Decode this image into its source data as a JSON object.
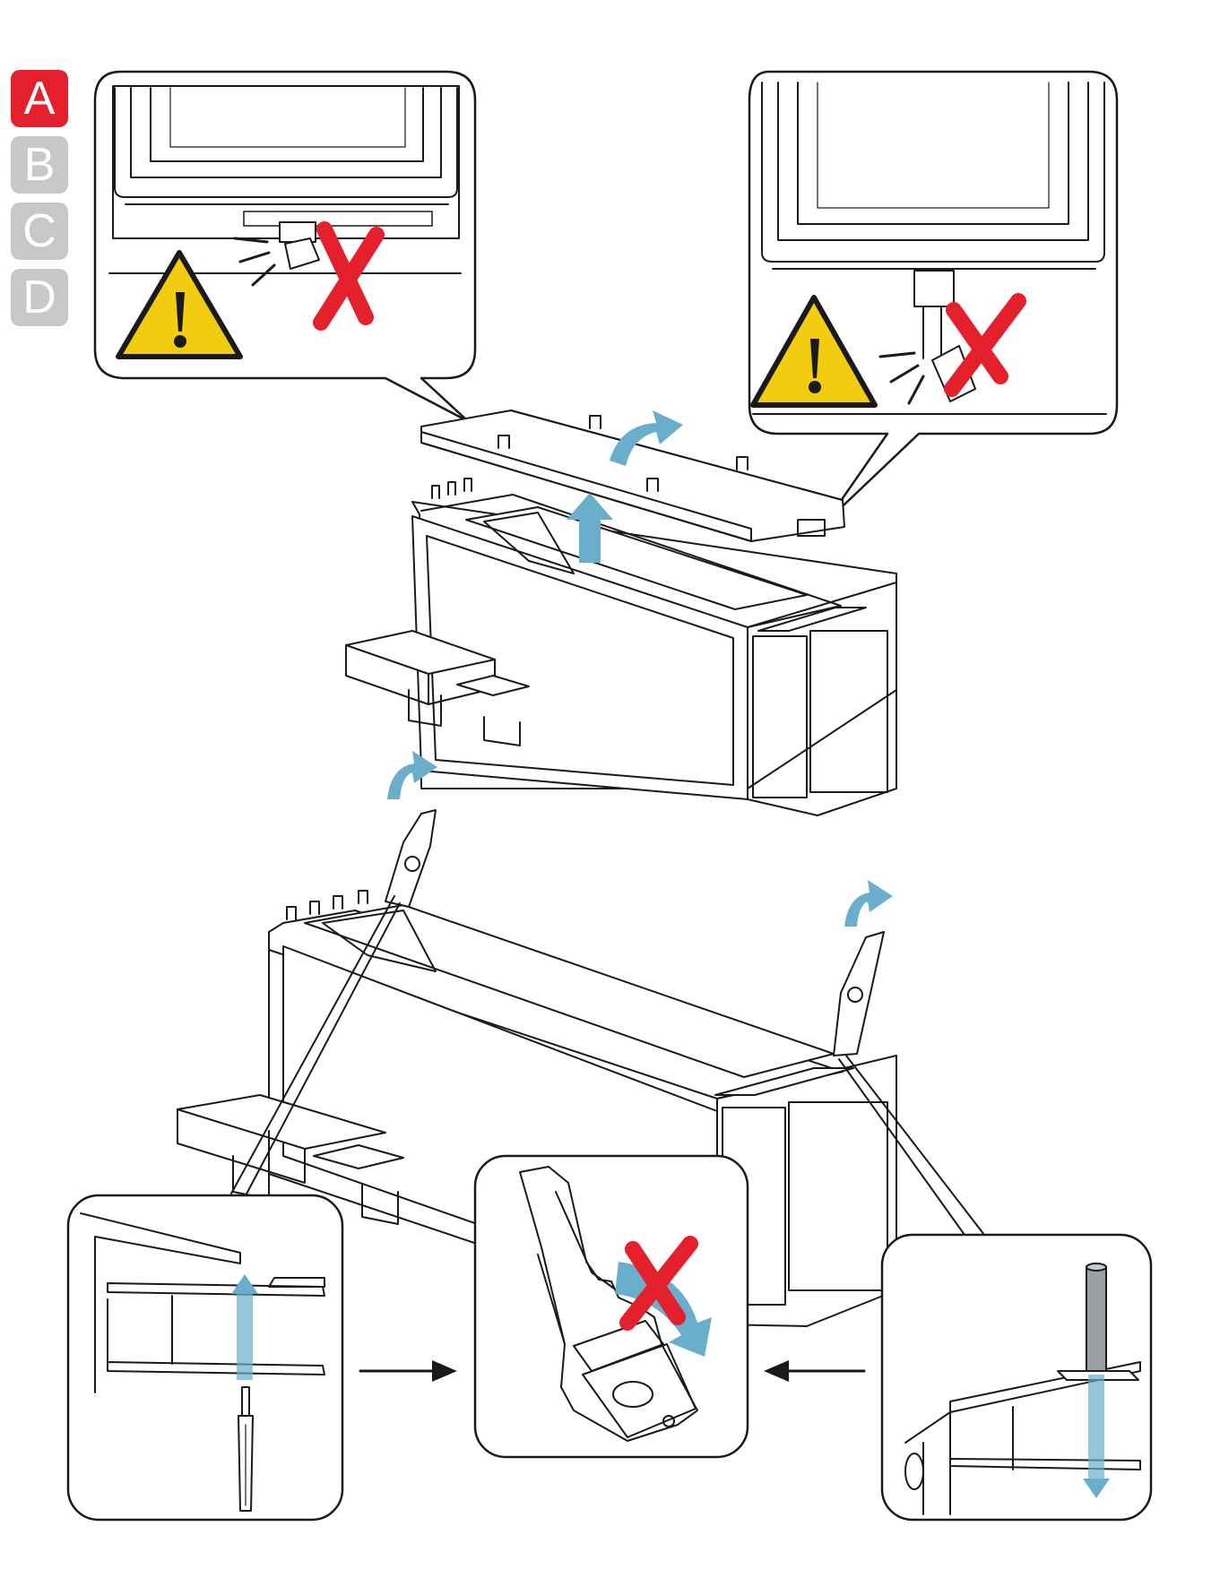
{
  "step_tabs": [
    {
      "label": "A",
      "active": true
    },
    {
      "label": "B",
      "active": false
    },
    {
      "label": "C",
      "active": false
    },
    {
      "label": "D",
      "active": false
    }
  ],
  "colors": {
    "active_tab": "#e3202c",
    "inactive_tab": "#c8c8c8",
    "warning": "#f2cc0f",
    "cross": "#e3202c",
    "motion_arrow": "#6aaecb",
    "line": "#1a1a1a"
  },
  "icons": [
    "warning-triangle-icon",
    "red-cross-icon",
    "motion-arrow-icon",
    "screwdriver-icon",
    "hinge-pin-icon"
  ]
}
